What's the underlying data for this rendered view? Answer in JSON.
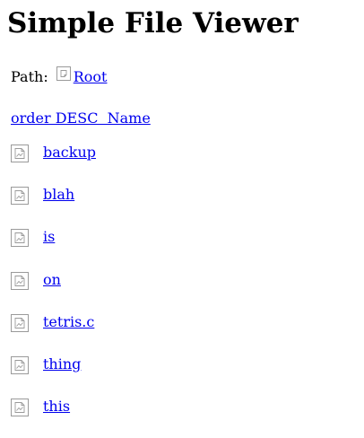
{
  "header": {
    "title": "Simple File Viewer"
  },
  "path": {
    "label": "Path:",
    "root_label": "Root",
    "root_icon": "folder-icon"
  },
  "sort": {
    "label": "order DESC  Name"
  },
  "files": [
    {
      "name": "backup",
      "icon": "file-image-icon"
    },
    {
      "name": "blah",
      "icon": "file-image-icon"
    },
    {
      "name": "is",
      "icon": "file-image-icon"
    },
    {
      "name": "on",
      "icon": "file-image-icon"
    },
    {
      "name": "tetris.c",
      "icon": "file-image-icon"
    },
    {
      "name": "thing",
      "icon": "file-image-icon"
    },
    {
      "name": "this",
      "icon": "file-image-icon"
    }
  ],
  "colors": {
    "link": "#0000ee",
    "icon_stroke": "#9a9a9a"
  }
}
